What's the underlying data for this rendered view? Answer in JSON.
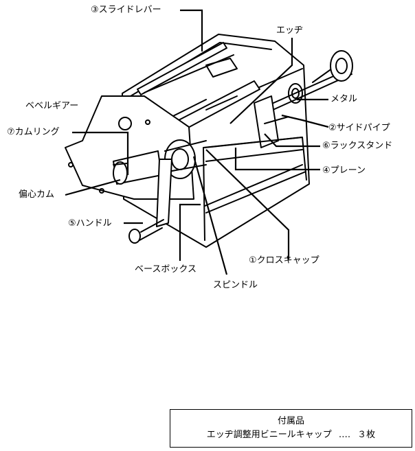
{
  "labels": {
    "slide_lever": "③スライドレバー",
    "edge": "エッヂ",
    "metal": "メタル",
    "bevel_gear": "ベベルギアー",
    "side_pipe": "②サイドパイプ",
    "cam_ring": "⑦カムリング",
    "rack_stand": "⑥ラックスタンド",
    "plane": "④プレーン",
    "eccentric_cam": "偏心カム",
    "handle": "⑤ハンドル",
    "cross_cap": "①クロスキャップ",
    "base_box": "ベースボックス",
    "spindle": "スピンドル"
  },
  "accessories": {
    "title": "付属品",
    "item": "エッヂ調整用ビニールキャップ",
    "dots": "‥‥",
    "quantity": "３枚"
  }
}
